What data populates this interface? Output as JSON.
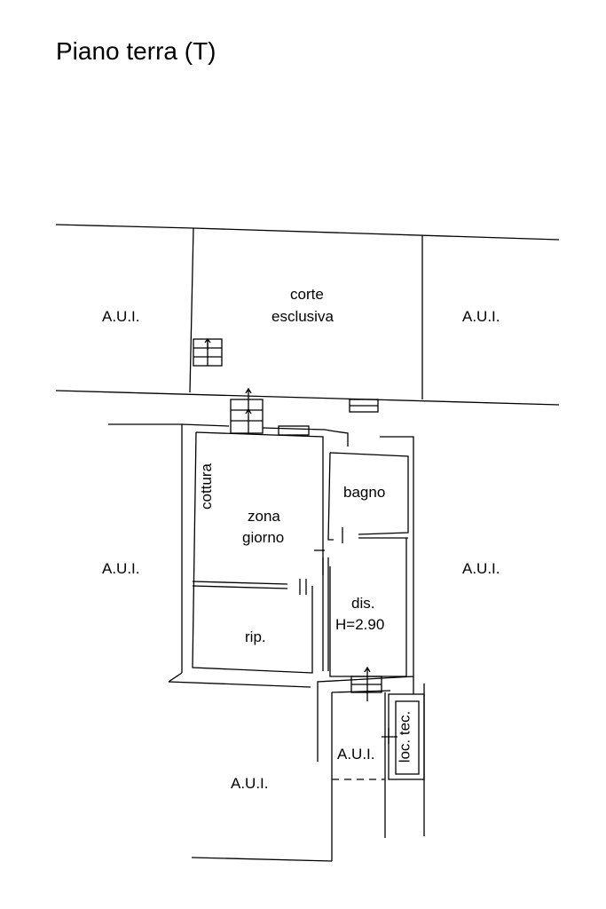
{
  "title": "Piano terra (T)",
  "rooms": {
    "aui_top_left": "A.U.I.",
    "corte_1": "corte",
    "corte_2": "esclusiva",
    "aui_top_right": "A.U.I.",
    "aui_mid_left": "A.U.I.",
    "aui_mid_right": "A.U.I.",
    "cottura": "cottura",
    "zona_1": "zona",
    "zona_2": "giorno",
    "bagno": "bagno",
    "dis_1": "dis.",
    "dis_2": "H=2.90",
    "rip": "rip.",
    "aui_bottom_center": "A.U.I.",
    "loc_tec": "loc. tec.",
    "aui_bottom_left": "A.U.I."
  }
}
